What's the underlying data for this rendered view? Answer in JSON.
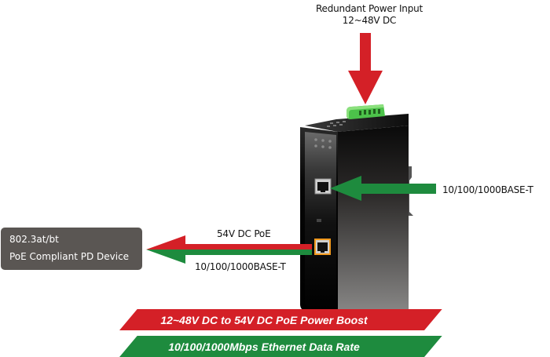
{
  "redundant_power": {
    "title": "Redundant Power Input",
    "voltage": "12~48V DC"
  },
  "pd_device": {
    "line1": "802.3at/bt",
    "line2": "PoE Compliant PD Device"
  },
  "left_link": {
    "power_label": "54V DC PoE",
    "data_label": "10/100/1000BASE-T"
  },
  "right_link": {
    "data_label": "10/100/1000BASE-T"
  },
  "banners": {
    "power": "12~48V DC to 54V DC PoE Power Boost",
    "data": "10/100/1000Mbps Ethernet Data Rate"
  },
  "colors": {
    "power_red": "#d42027",
    "data_green": "#1e8b3e",
    "terminal_green": "#4cc24a",
    "poe_port_orange": "#f39a1e",
    "pd_box_gray": "#5a5653"
  }
}
